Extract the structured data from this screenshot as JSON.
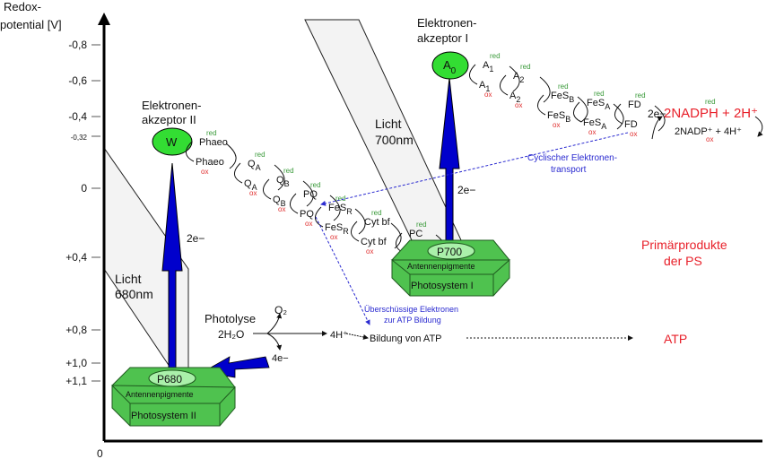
{
  "axis": {
    "title_line1": "Redox-",
    "title_line2": "potential [V]",
    "ticks": [
      "-0,8",
      "-0,6",
      "-0,4",
      "-0,32",
      "0",
      "+0,4",
      "+0,8",
      "+1,0",
      "+1,1"
    ],
    "origin": "0"
  },
  "light": {
    "ps2": {
      "line1": "Licht",
      "line2": "680nm"
    },
    "ps1": {
      "line1": "Licht",
      "line2": "700nm"
    }
  },
  "acceptor2": {
    "line1": "Elektronen-",
    "line2": "akzeptor II",
    "node": "W"
  },
  "acceptor1": {
    "line1": "Elektronen-",
    "line2": "akzeptor I",
    "node": "A",
    "node_sub": "0"
  },
  "labels": {
    "red": "red",
    "ox": "ox",
    "e": "e",
    "two_e": "2e−",
    "four_e": "4e−"
  },
  "chain2": [
    {
      "name": "Phaeo",
      "sub": ""
    },
    {
      "name": "Q",
      "sub": "A"
    },
    {
      "name": "Q",
      "sub": "B"
    },
    {
      "name": "PQ",
      "sub": ""
    },
    {
      "name": "FeS",
      "sub": "R"
    },
    {
      "name": "Cyt bf",
      "sub": ""
    },
    {
      "name": "PC",
      "sub": ""
    }
  ],
  "chain1": [
    {
      "name": "A",
      "sub": "1"
    },
    {
      "name": "A",
      "sub": "2"
    },
    {
      "name": "FeS",
      "sub": "B"
    },
    {
      "name": "FeS",
      "sub": "A"
    },
    {
      "name": "FD",
      "sub": ""
    }
  ],
  "nadph": {
    "product": "2NADPH + 2H⁺",
    "substrate": "2NADP⁺ + 4H⁺"
  },
  "ps2": {
    "center": "P680",
    "antenna": "Antennenpigmente",
    "name": "Photosystem II"
  },
  "ps1": {
    "center": "P700",
    "antenna": "Antennenpigmente",
    "name": "Photosystem I"
  },
  "photolysis": {
    "title": "Photolyse",
    "water": "2H₂O",
    "o2": "O₂",
    "protons": "4H⁺",
    "atp_formation": "Bildung von ATP"
  },
  "notes": {
    "cyclic_line1": "Cyclischer Elektronen-",
    "cyclic_line2": "transport",
    "excess_line1": "Überschüssige Elektronen",
    "excess_line2": "zur ATP Bildung"
  },
  "products": {
    "title_line1": "Primärprodukte",
    "title_line2": "der PS",
    "atp": "ATP"
  },
  "colors": {
    "green": "#4fc24f",
    "dark_green": "#1f7a1f",
    "blue_arrow": "#0000cc",
    "red_text": "#e8202a",
    "link_blue": "#2a2ad0"
  }
}
